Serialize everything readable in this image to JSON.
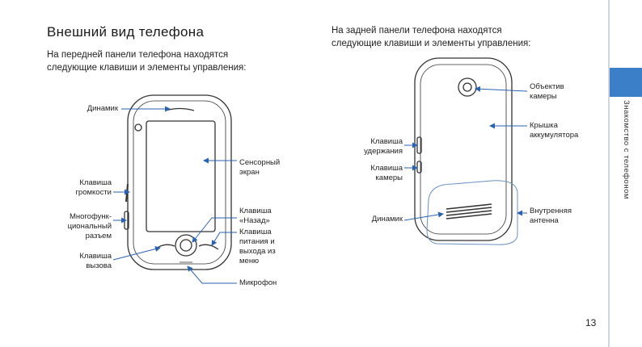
{
  "front": {
    "title": "Внешний вид телефона",
    "intro": "На передней панели телефона находятся\nследующие клавиши и элементы управления:",
    "labels": {
      "speaker": "Динамик",
      "volume": "Клавиша\nгромкости",
      "multifunction": "Многофунк-\nциональный\nразъем",
      "call": "Клавиша\nвызова",
      "touchscreen": "Сенсорный\nэкран",
      "back": "Клавиша\n«Назад»",
      "power": "Клавиша\nпитания и\nвыхода из\nменю",
      "mic": "Микрофон"
    }
  },
  "back": {
    "intro": "На задней панели телефона находятся\nследующие клавиши и элементы управления:",
    "labels": {
      "lens": "Объектив\nкамеры",
      "cover": "Крышка\nаккумулятора",
      "hold": "Клавиша\nудержания",
      "camera_key": "Клавиша\nкамеры",
      "speaker": "Динамик",
      "antenna": "Внутренняя\nантенна"
    }
  },
  "sidebar": {
    "section": "Знакомство с телефоном"
  },
  "page_number": "13",
  "colors": {
    "accent": "#3b7fc9",
    "arrow": "#2b62b0"
  }
}
